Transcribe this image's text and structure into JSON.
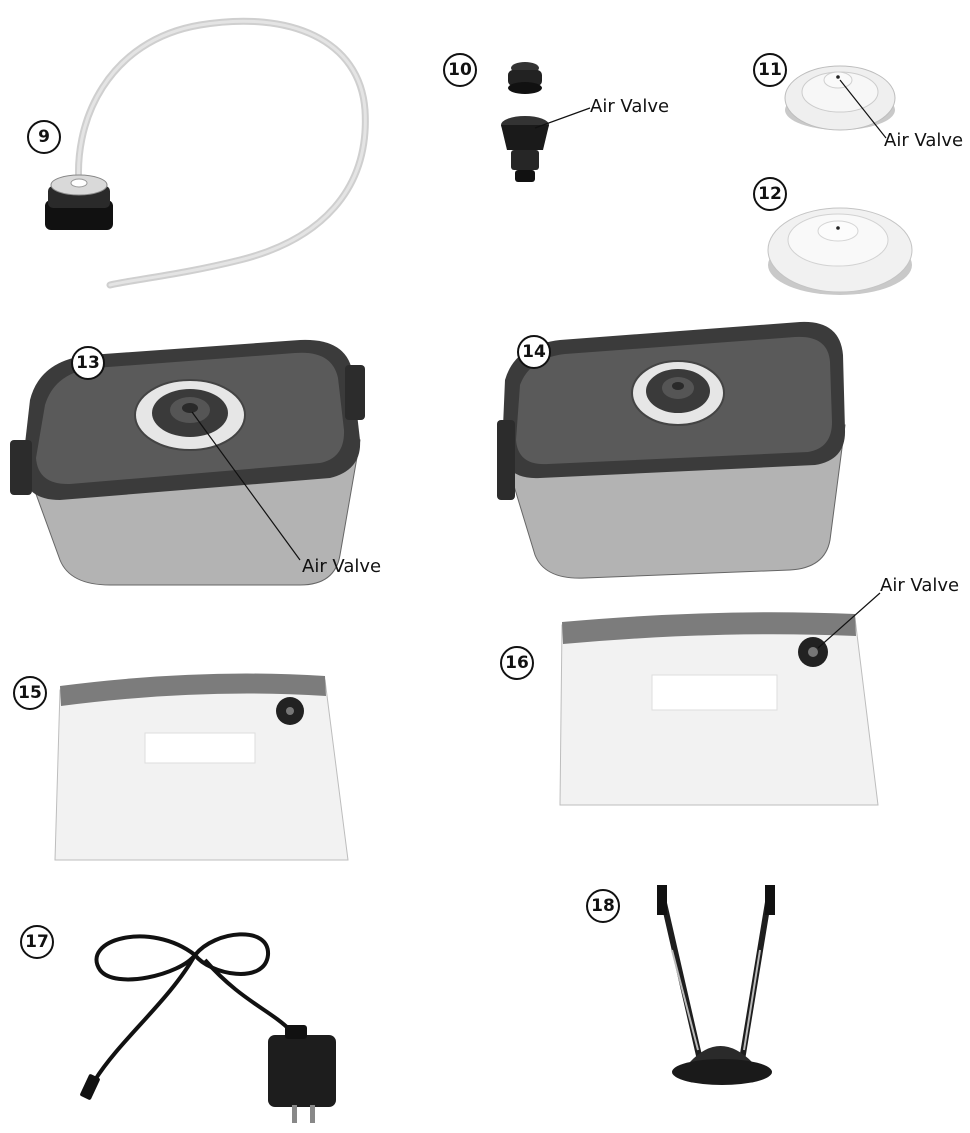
{
  "items": [
    {
      "number": "9"
    },
    {
      "number": "10"
    },
    {
      "number": "11"
    },
    {
      "number": "12"
    },
    {
      "number": "13"
    },
    {
      "number": "14"
    },
    {
      "number": "15"
    },
    {
      "number": "16"
    },
    {
      "number": "17"
    },
    {
      "number": "18"
    }
  ],
  "labels": {
    "air_valve_10": "Air Valve",
    "air_valve_11": "Air Valve",
    "air_valve_13": "Air Valve",
    "air_valve_16": "Air Valve"
  }
}
